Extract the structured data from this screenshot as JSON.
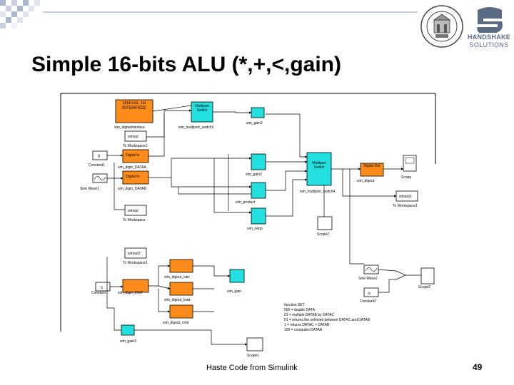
{
  "slide": {
    "title": "Simple 16-bits ALU (*,+,<,gain)",
    "footer": "Haste Code from Simulink",
    "page_number": "49"
  },
  "logo": {
    "brand_line1": "HANDSHAKE",
    "brand_line2": "SOLUTIONS",
    "brand_color": "#5a6b86"
  },
  "colors": {
    "orange": "#ff8c1a",
    "cyan": "#22e0e0",
    "line": "#000000"
  },
  "blocks": {
    "digital_interface": "DIGITAL_IO INTERFACE",
    "digital_interface_caption": "sim_digitalinterface",
    "multiport1": "Multiport Switch",
    "multiport1_caption": "sim_multiport_switch3",
    "gain2_caption": "sim_gain2",
    "simout_top": "simout",
    "to_workspace_top": "To Workspace1",
    "const1_value": "0",
    "const1_caption": "Constant1",
    "digital_in1": "Digital In",
    "digital_in1_caption": "sim_digin_DATAA",
    "sine_wave1": "Sine Wave1",
    "digital_in2": "Digital In",
    "digital_in2_caption": "sim_digin_DATAB",
    "simout_mid": "simout",
    "to_workspace_mid": "To Workspace",
    "gain_caption": "sim_gain2",
    "product_caption": "sim_product",
    "relop_caption": "sim_relop",
    "multiport_main": "Multiport Switch",
    "multiport_main_caption": "sim_multiport_switch4",
    "digital_out": "Digital Out",
    "digital_out_caption": "sim_digout",
    "scope_top": "Scope",
    "simout3": "simout3",
    "to_workspace3": "To Workspace3",
    "scope2": "Scope2",
    "simout2": "simout2",
    "to_workspace2": "To Workspace2",
    "const_s1": "s",
    "const_s1_caption": "Constant",
    "digital_in3_caption": "sim_digin_INST",
    "dig_out1_caption": "sim_digout_calc",
    "dig_out2_caption": "sim_digout_load",
    "dig_out3_caption": "sim_digout_cmd",
    "gain_bottom_caption": "sim_gain",
    "sine_wave2": "Sine Wave2",
    "const_s2": "s",
    "const_s2_caption": "Constant2",
    "scope_right": "Scope2",
    "gain3_caption": "sim_gain3",
    "scope_bottom": "Scope1"
  },
  "notes": [
    "function SET",
    "000 = double DATA",
    "01 = multiple DATAB by DATAC",
    "01 = returns the selected between DATAC and DATAB",
    "1 = returns DATAC + DATAB",
    "100 = computes DATAA"
  ]
}
